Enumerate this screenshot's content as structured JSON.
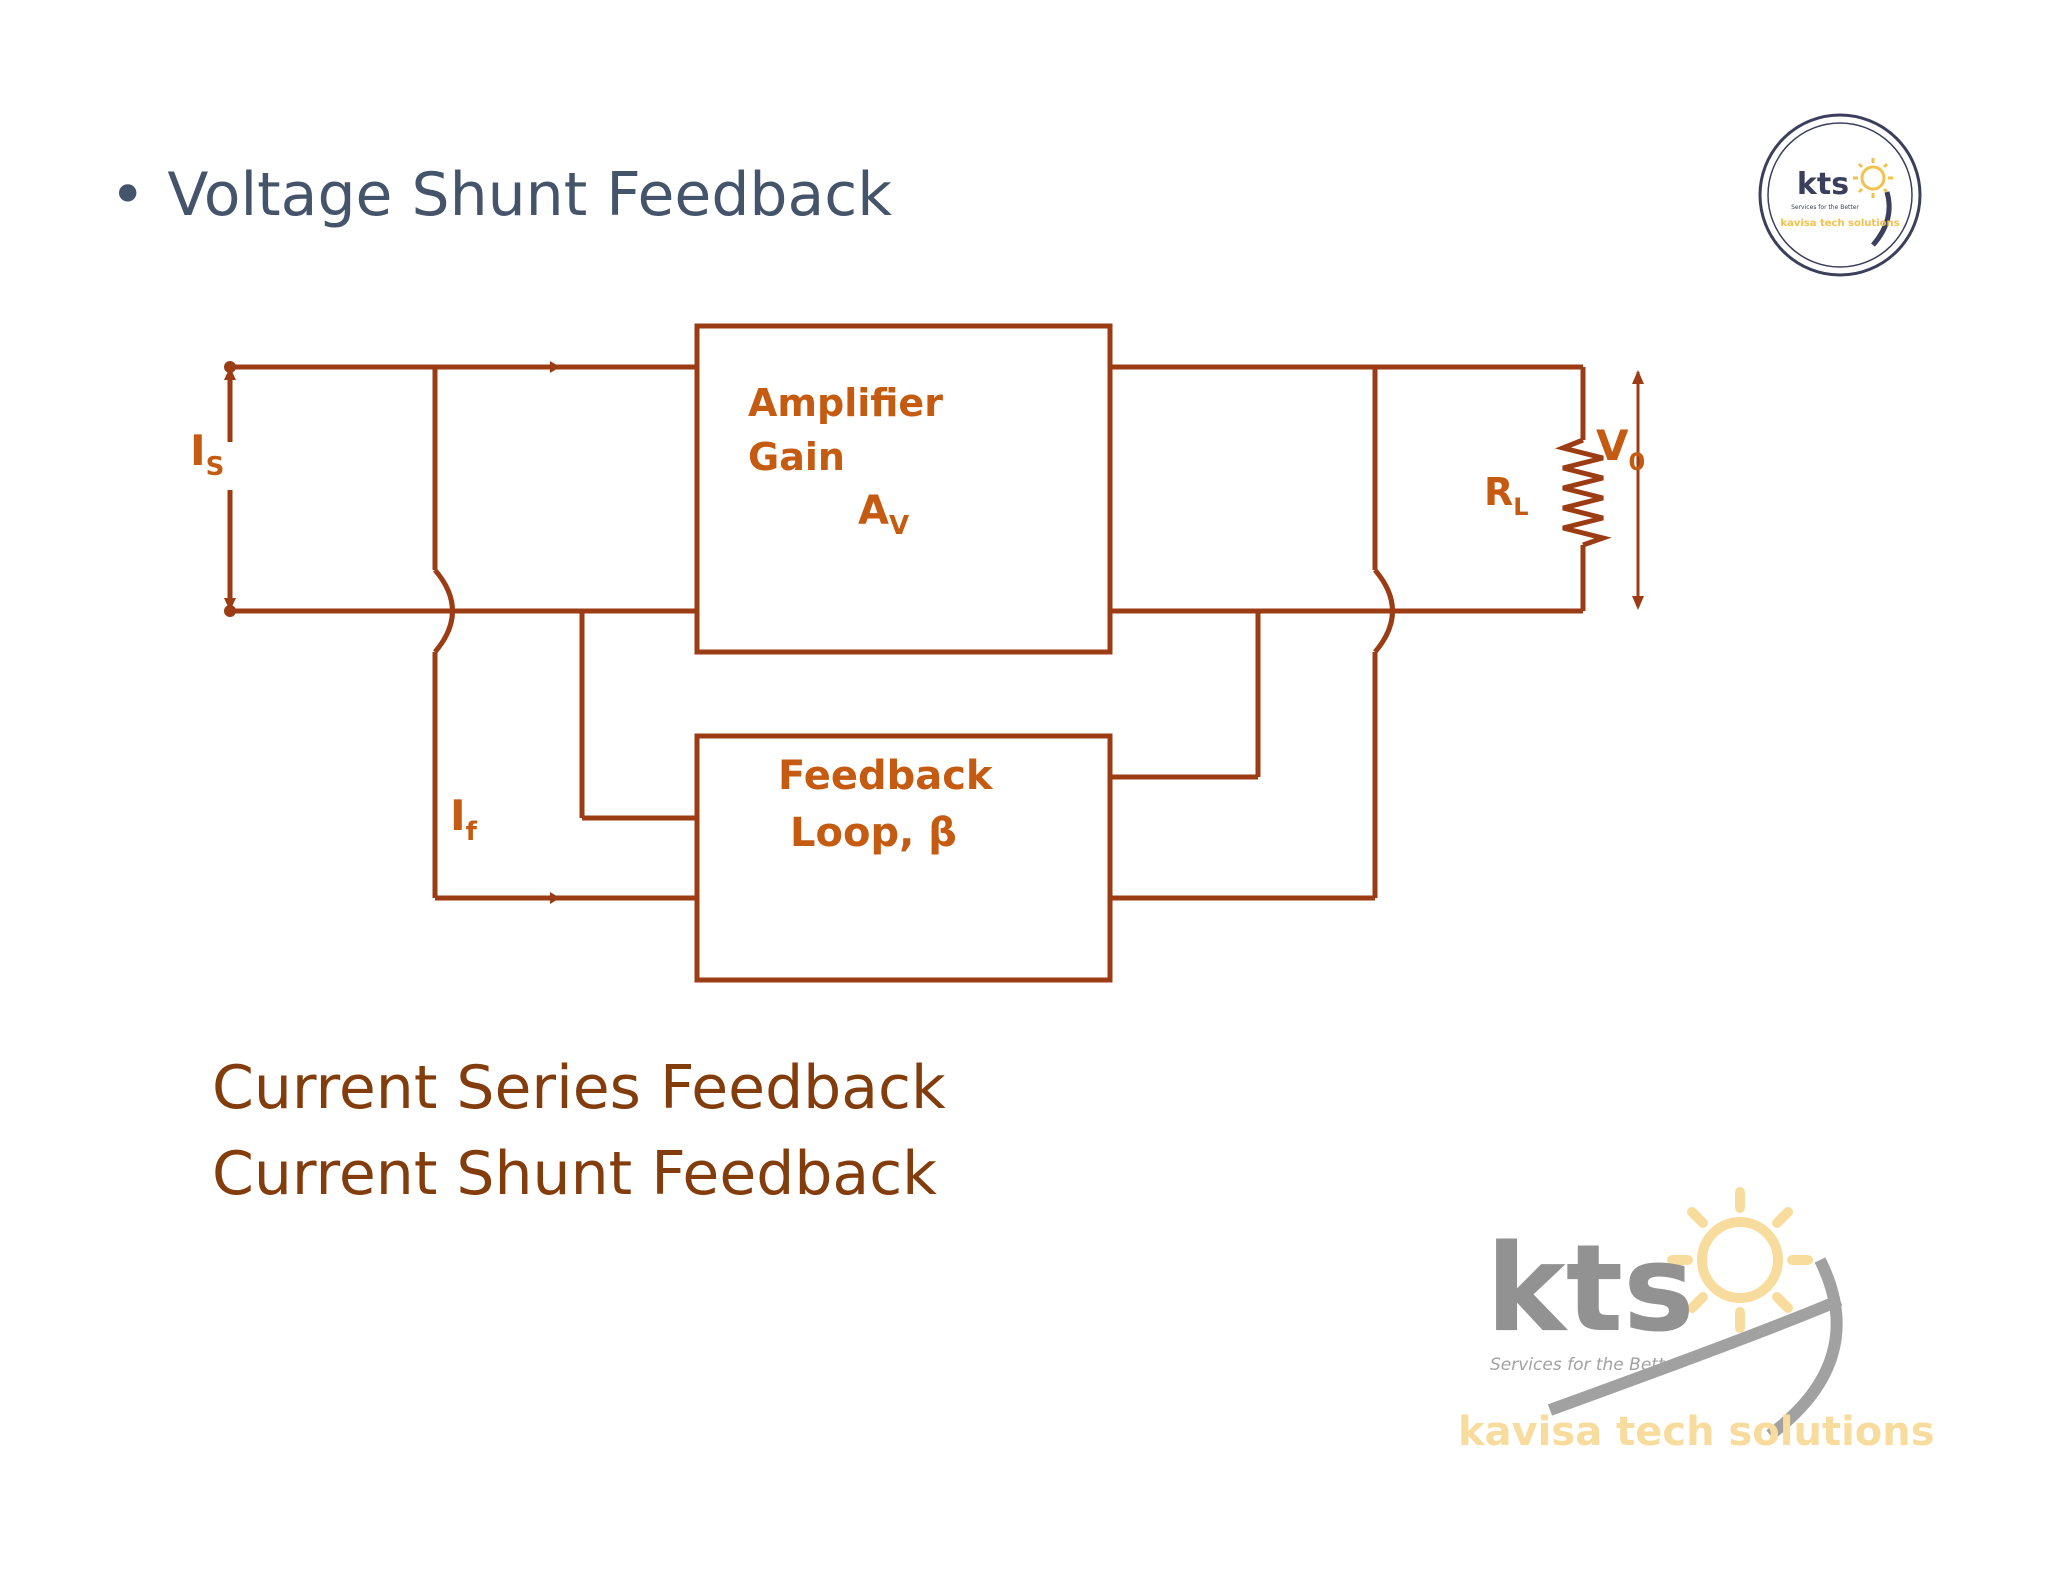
{
  "slide": {
    "bullet": "•",
    "title": "Voltage Shunt Feedback",
    "lines": [
      "Current Series Feedback",
      "Current Shunt Feedback"
    ]
  },
  "diagram": {
    "amplifier_label_1": "Amplifier",
    "amplifier_label_2": "Gain",
    "amplifier_gain_main": "A",
    "amplifier_gain_sub": "V",
    "feedback_label_1": "Feedback",
    "feedback_label_2": "Loop, β",
    "source_current_main": "I",
    "source_current_sub": "S",
    "feedback_current_main": "I",
    "feedback_current_sub": "f",
    "load_main": "R",
    "load_sub": "L",
    "output_voltage_main": "V",
    "output_voltage_sub": "0"
  },
  "logo": {
    "brand": "kts",
    "tagline": "Services for the Better",
    "company": "kavisa tech solutions"
  },
  "colors": {
    "wire": "#9b3c14",
    "label": "#c55a11",
    "title": "#44546a",
    "lines": "#833c0b",
    "logo_sun": "#f2c14e"
  }
}
